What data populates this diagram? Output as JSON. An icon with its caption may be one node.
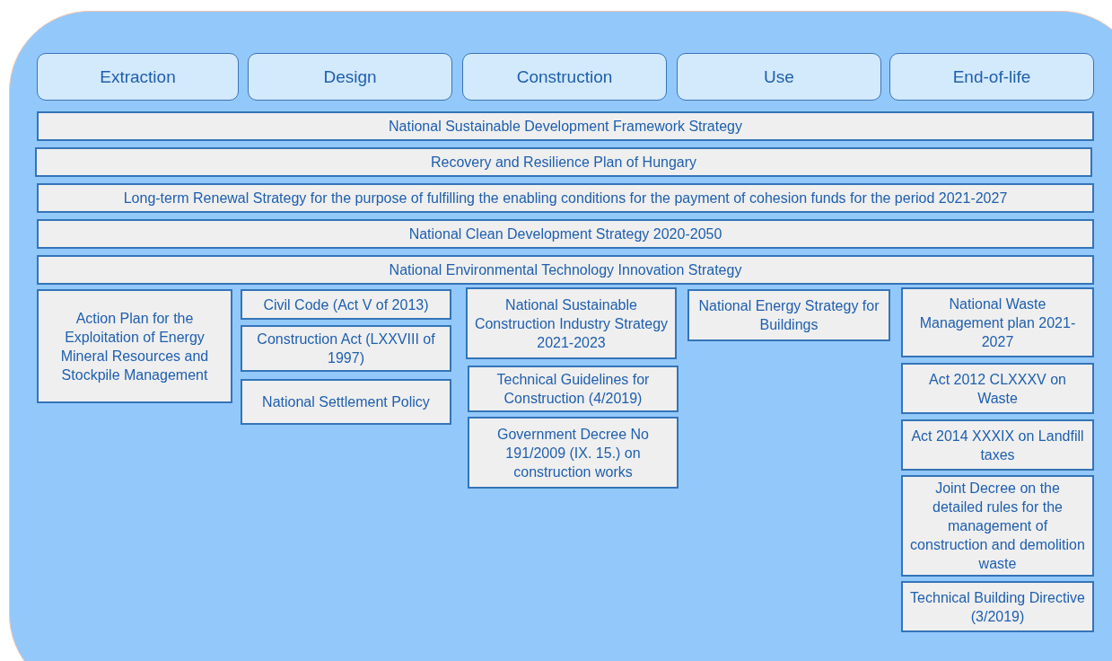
{
  "diagram": {
    "nodes": [
      {
        "text": [
          "Extraction"
        ]
      },
      {
        "text": [
          "Design"
        ]
      },
      {
        "text": [
          "Construction"
        ]
      },
      {
        "text": [
          "Use"
        ]
      },
      {
        "text": [
          "End-of-life"
        ]
      },
      {
        "text": [
          "National Sustainable Development Framework Strategy"
        ]
      },
      {
        "text": [
          "Recovery and Resilience Plan of Hungary"
        ]
      },
      {
        "text": [
          "Long-term Renewal Strategy for the purpose of fulfilling the enabling conditions for the payment of cohesion funds for the period 2021-2027"
        ]
      },
      {
        "text": [
          "National Clean Development Strategy 2020-2050"
        ]
      },
      {
        "text": [
          "National Environmental Technology Innovation Strategy"
        ]
      },
      {
        "text": [
          "Action Plan for the Exploitation of Energy Mineral Resources and Stockpile Management"
        ]
      },
      {
        "text": [
          "Civil Code (Act V of 2013)"
        ]
      },
      {
        "text": [
          "Construction Act (LXXVIII of 1997)"
        ]
      },
      {
        "text": [
          "National Settlement Policy"
        ]
      },
      {
        "text": [
          "National Sustainable Construction Industry Strategy 2021-2023"
        ]
      },
      {
        "text": [
          "Technical Guidelines for Construction (4/2019)"
        ]
      },
      {
        "text": [
          "Government Decree No 191/2009 (IX. 15.) on construction works"
        ]
      },
      {
        "text": [
          "National Energy Strategy for Buildings"
        ]
      },
      {
        "text": [
          "National Waste Management plan 2021-2027"
        ]
      },
      {
        "text": [
          "Act 2012 CLXXXV on Waste"
        ]
      },
      {
        "text": [
          "Act 2014 XXXIX on Landfill taxes"
        ]
      },
      {
        "text": [
          "Joint Decree on the detailed rules for the management of construction and demolition waste"
        ]
      },
      {
        "text": [
          "Technical Building Directive (3/2019)"
        ]
      }
    ]
  }
}
